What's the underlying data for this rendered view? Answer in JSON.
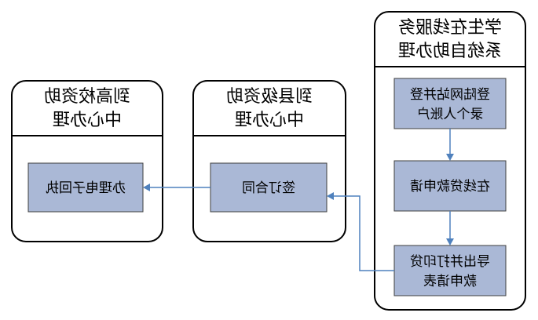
{
  "lanes": [
    {
      "id": "self-service",
      "title_lines": [
        "学生在线服务",
        "系统自助办理"
      ]
    },
    {
      "id": "county",
      "title_lines": [
        "到县级资助",
        "中心办理"
      ]
    },
    {
      "id": "school",
      "title_lines": [
        "到高校资助",
        "中心办理"
      ]
    }
  ],
  "steps": [
    {
      "id": "login",
      "lines": [
        "登陆网站并登",
        "录个人账户"
      ]
    },
    {
      "id": "apply-online",
      "lines": [
        "在线贷款申请"
      ]
    },
    {
      "id": "print-form",
      "lines": [
        "导出并打印贷",
        "款申请表"
      ]
    },
    {
      "id": "sign-contract",
      "lines": [
        "签订合同"
      ]
    },
    {
      "id": "receipt",
      "lines": [
        "办理电子回执"
      ]
    }
  ],
  "colors": {
    "box_fill": "#aab8d6",
    "arrow": "#4f81bd",
    "lane_border": "#000000"
  },
  "note": ""
}
